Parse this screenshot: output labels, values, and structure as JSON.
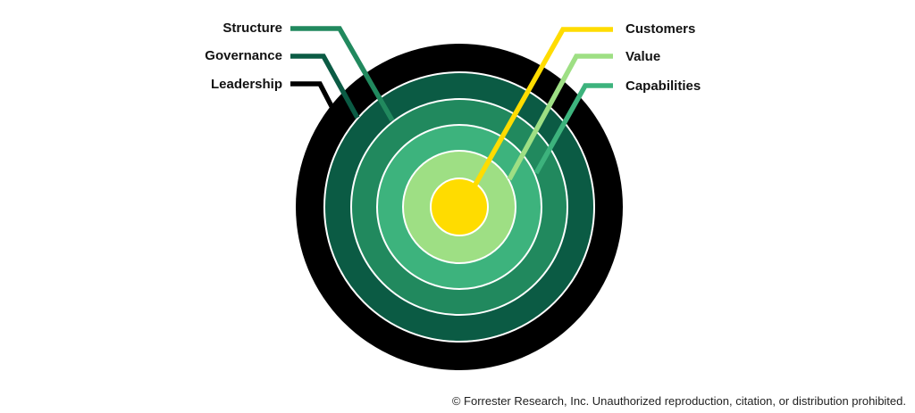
{
  "diagram": {
    "name": "Forrester customer-obsession bullseye",
    "rings": [
      {
        "label": "Leadership",
        "color": "#000000"
      },
      {
        "label": "Governance",
        "color": "#0B5B44"
      },
      {
        "label": "Structure",
        "color": "#21895E"
      },
      {
        "label": "Capabilities",
        "color": "#3DB37D"
      },
      {
        "label": "Value",
        "color": "#9EDF84"
      },
      {
        "label": "Customers",
        "color": "#FFDC00"
      }
    ],
    "separator_color": "#FFFFFF"
  },
  "footer": {
    "copyright": "© Forrester Research, Inc. Unauthorized reproduction, citation, or distribution prohibited."
  }
}
